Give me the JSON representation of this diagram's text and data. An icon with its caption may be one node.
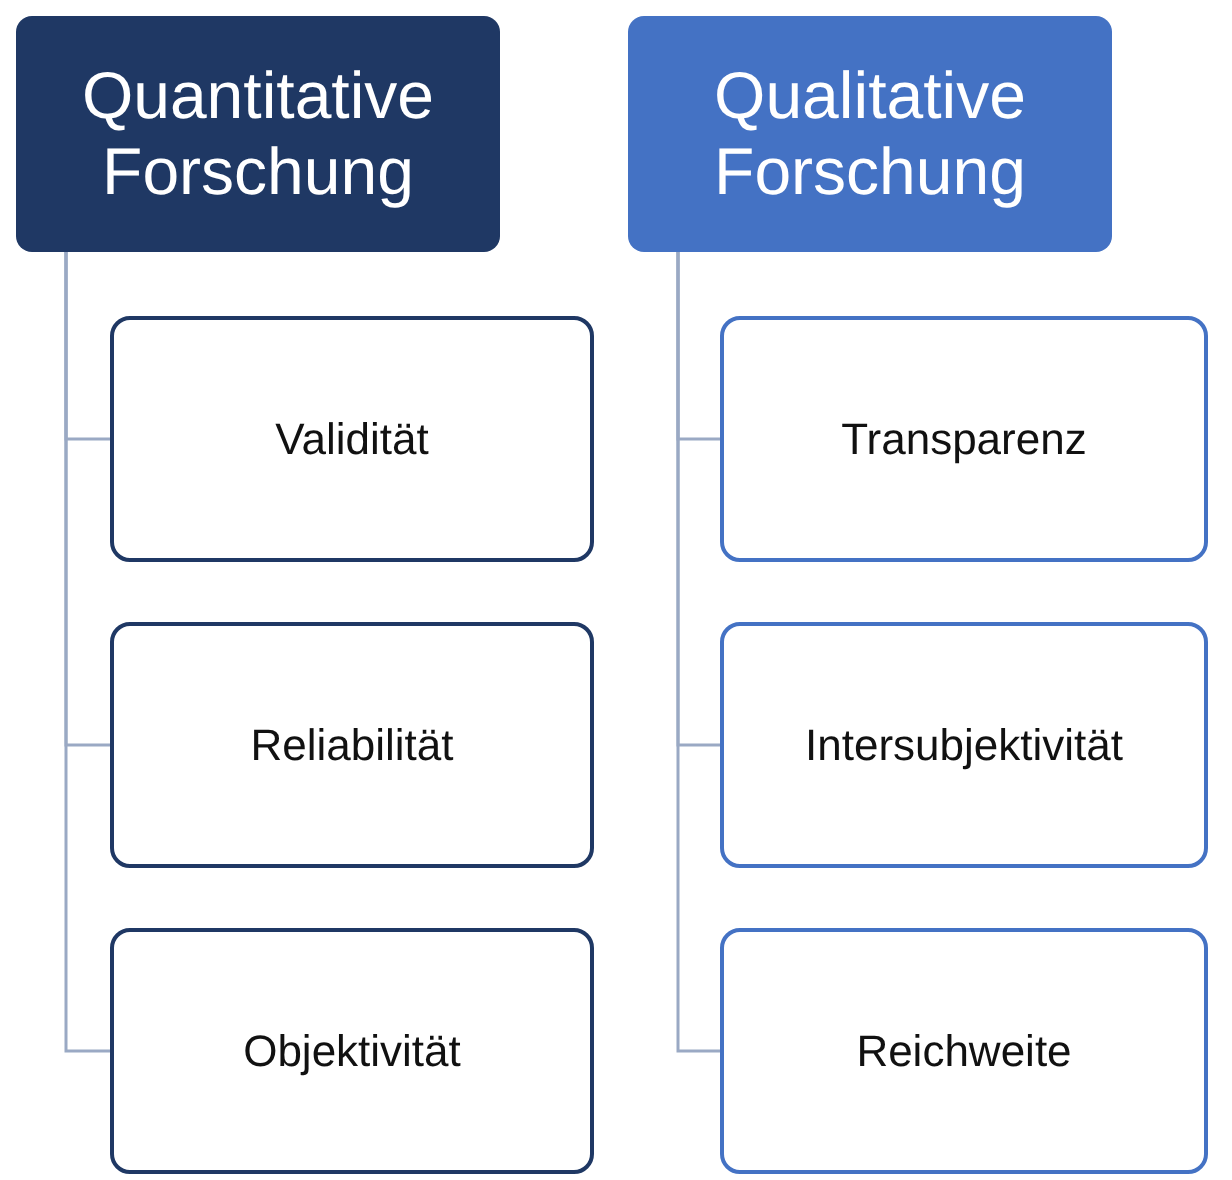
{
  "diagram": {
    "nodes": [
      {
        "text": [
          "Quantitative Forschung"
        ]
      },
      {
        "text": [
          "Validität"
        ]
      },
      {
        "text": [
          "Reliabilität"
        ]
      },
      {
        "text": [
          "Objektivität"
        ]
      },
      {
        "text": [
          "Qualitative Forschung"
        ]
      },
      {
        "text": [
          "Transparenz"
        ]
      },
      {
        "text": [
          "Intersubjektivität"
        ]
      },
      {
        "text": [
          "Reichweite"
        ]
      }
    ],
    "edges": [
      {
        "from": 0,
        "to": 1,
        "arrow": "none"
      },
      {
        "from": 0,
        "to": 2,
        "arrow": "none"
      },
      {
        "from": 0,
        "to": 3,
        "arrow": "none"
      },
      {
        "from": 4,
        "to": 5,
        "arrow": "none"
      },
      {
        "from": 4,
        "to": 6,
        "arrow": "none"
      },
      {
        "from": 4,
        "to": 7,
        "arrow": "none"
      }
    ]
  }
}
